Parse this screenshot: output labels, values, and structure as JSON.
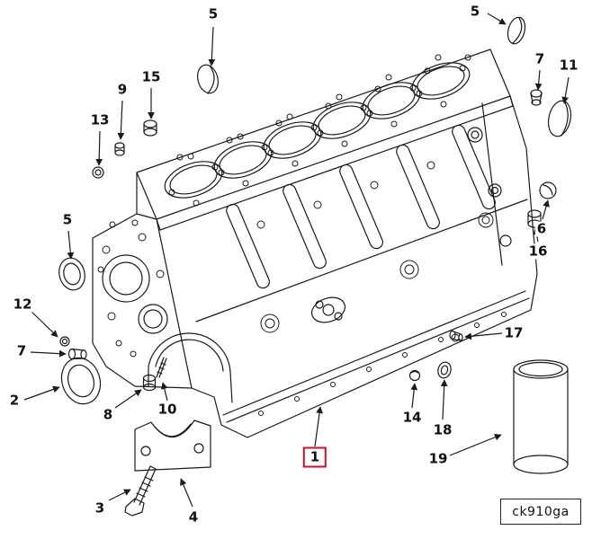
{
  "figure": {
    "part_code": "ck910ga",
    "colors": {
      "line": "#1a1a1a",
      "highlight": "#c8102e",
      "background": "#ffffff"
    },
    "selected_callout": "1",
    "callouts": [
      {
        "label": "5"
      },
      {
        "label": "5"
      },
      {
        "label": "7"
      },
      {
        "label": "11"
      },
      {
        "label": "15"
      },
      {
        "label": "9"
      },
      {
        "label": "13"
      },
      {
        "label": "5"
      },
      {
        "label": "12"
      },
      {
        "label": "7"
      },
      {
        "label": "2"
      },
      {
        "label": "8"
      },
      {
        "label": "10"
      },
      {
        "label": "3"
      },
      {
        "label": "4"
      },
      {
        "label": "1",
        "selected": true
      },
      {
        "label": "14"
      },
      {
        "label": "18"
      },
      {
        "label": "6"
      },
      {
        "label": "16"
      },
      {
        "label": "17"
      },
      {
        "label": "19"
      }
    ]
  }
}
